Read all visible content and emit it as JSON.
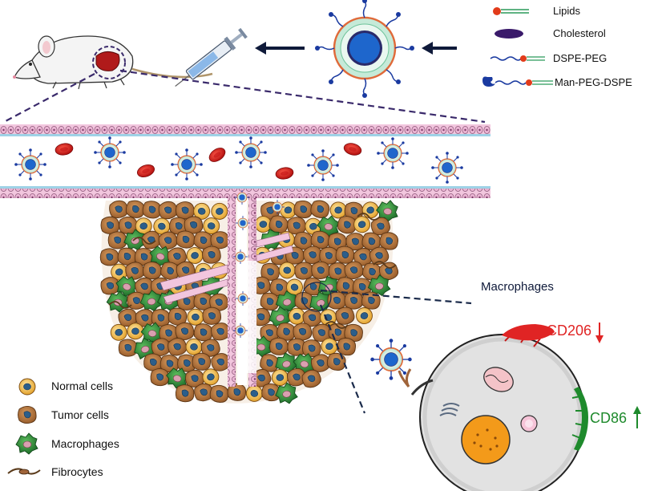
{
  "legend_top": {
    "lipids": "Lipids",
    "cholesterol": "Cholesterol",
    "dspe_peg": "DSPE-PEG",
    "man_peg_dspe": "Man-PEG-DSPE"
  },
  "legend_bottom": {
    "normal_cells": "Normal cells",
    "tumor_cells": "Tumor cells",
    "macrophages": "Macrophages",
    "fibrocytes": "Fibrocytes"
  },
  "labels": {
    "macrophages": "Macrophages",
    "cd206": "CD206",
    "cd86": "CD86",
    "cd206_arrow": "↓",
    "cd86_arrow": "↑"
  },
  "colors": {
    "vessel_wall": "#e8a7cf",
    "red_blood_cell": "#e02020",
    "tumor_cell": "#b5773f",
    "normal_cell": "#f5c242",
    "macrophage": "#2e8b3a",
    "liposome_core": "#1f6fd0",
    "cd206": "#e02424",
    "cd86": "#1e8a2c",
    "dashed_line": "#3a2a6b"
  }
}
